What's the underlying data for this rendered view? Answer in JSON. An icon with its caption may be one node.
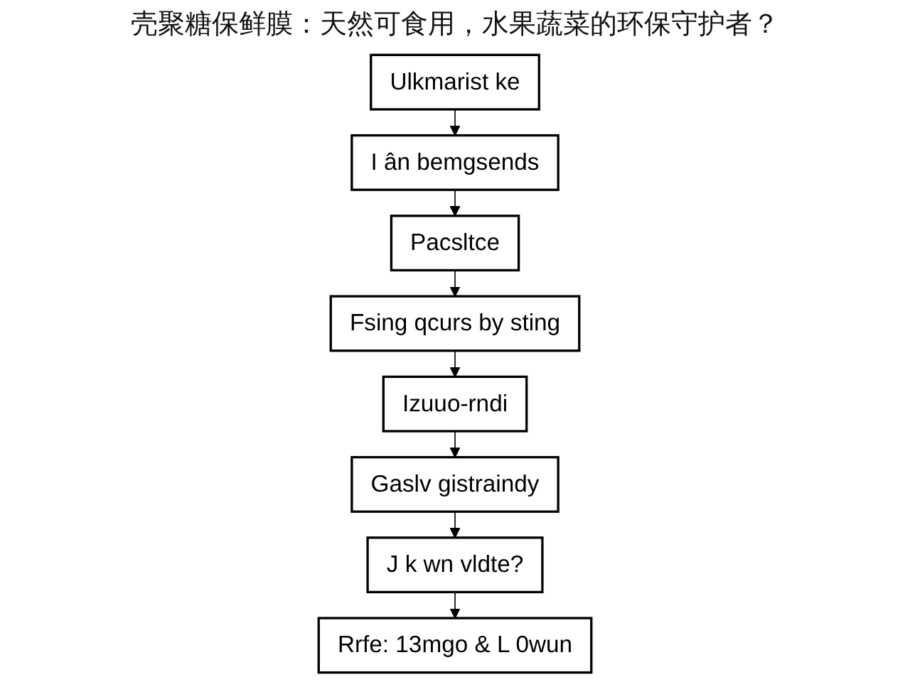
{
  "diagram": {
    "title": "壳聚糖保鲜膜：天然可食用，水果蔬菜的环保守护者？",
    "nodes": [
      {
        "text": [
          "Ulkmarist ke"
        ]
      },
      {
        "text": [
          "I ân bemgsends"
        ]
      },
      {
        "text": [
          "Pacsltce"
        ]
      },
      {
        "text": [
          "Fsing qcurs by sting"
        ]
      },
      {
        "text": [
          "Izuuo-rndi"
        ]
      },
      {
        "text": [
          "Gaslv gistraindy"
        ]
      },
      {
        "text": [
          "J k wn vldte?"
        ]
      },
      {
        "text": [
          "Rrfe: 13mgo & L 0wun"
        ]
      }
    ],
    "edges": [
      {
        "from": 0,
        "to": 1,
        "arrow": "to"
      },
      {
        "from": 1,
        "to": 2,
        "arrow": "to"
      },
      {
        "from": 2,
        "to": 3,
        "arrow": "to"
      },
      {
        "from": 3,
        "to": 4,
        "arrow": "to"
      },
      {
        "from": 4,
        "to": 5,
        "arrow": "to"
      },
      {
        "from": 5,
        "to": 6,
        "arrow": "to"
      },
      {
        "from": 6,
        "to": 7,
        "arrow": "to"
      }
    ]
  }
}
